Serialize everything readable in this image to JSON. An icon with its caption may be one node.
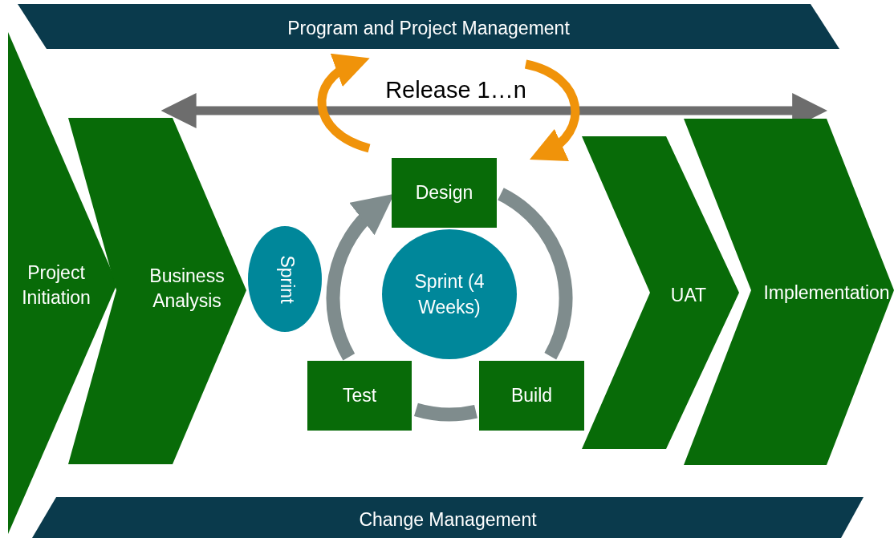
{
  "diagram": {
    "nodes": [
      {
        "text": [
          "Program and Project Management"
        ]
      },
      {
        "text": [
          "Project Initiation"
        ]
      },
      {
        "text": [
          "Business Analysis"
        ]
      },
      {
        "text": [
          "Sprint"
        ]
      },
      {
        "text": [
          "Sprint (4 Weeks)"
        ]
      },
      {
        "text": [
          "Design"
        ]
      },
      {
        "text": [
          "Test"
        ]
      },
      {
        "text": [
          "Build"
        ]
      },
      {
        "text": [
          "UAT"
        ]
      },
      {
        "text": [
          "Implementation"
        ]
      },
      {
        "text": [
          "Change Management"
        ]
      }
    ],
    "edges": [
      {
        "from": 2,
        "to": 9,
        "arrow": "both"
      },
      {
        "from": 5,
        "to": 7,
        "arrow": "none"
      },
      {
        "from": 7,
        "to": 6,
        "arrow": "none"
      },
      {
        "from": 6,
        "to": 5,
        "arrow": "to"
      }
    ],
    "labels": [
      "Release 1…n"
    ]
  }
}
